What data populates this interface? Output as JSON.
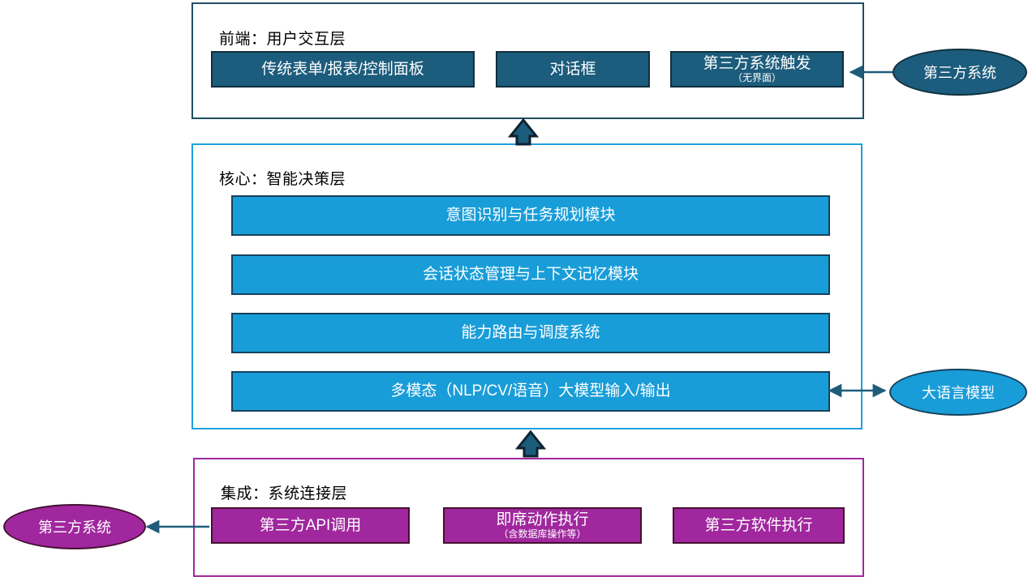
{
  "diagram": {
    "title_visible": false,
    "colors": {
      "frontend_border": "#1F4E63",
      "frontend_fill": "#1C5C7C",
      "core_border": "#1CA0DD",
      "core_fill": "#199DD8",
      "integration_border": "#A0279E",
      "integration_fill": "#A0279E",
      "box_outline_dark": "#16415C",
      "arrow_stroke": "#1F5C7A",
      "background": "#FFFFFF"
    }
  },
  "frontend_layer": {
    "title": "前端：用户交互层",
    "boxes": [
      {
        "label": "传统表单/报表/控制面板",
        "sub": ""
      },
      {
        "label": "对话框",
        "sub": ""
      },
      {
        "label": "第三方系统触发",
        "sub": "（无界面）"
      }
    ]
  },
  "core_layer": {
    "title": "核心：智能决策层",
    "boxes": [
      {
        "label": "意图识别与任务规划模块"
      },
      {
        "label": "会话状态管理与上下文记忆模块"
      },
      {
        "label": "能力路由与调度系统"
      },
      {
        "label": "多模态（NLP/CV/语音）大模型输入/输出"
      }
    ]
  },
  "integration_layer": {
    "title": "集成：系统连接层",
    "boxes": [
      {
        "label": "第三方API调用",
        "sub": ""
      },
      {
        "label": "即席动作执行",
        "sub": "（含数据库操作等）"
      },
      {
        "label": "第三方软件执行",
        "sub": ""
      }
    ]
  },
  "external_nodes": {
    "third_party_system_top": {
      "label": "第三方系统"
    },
    "large_language_model": {
      "label": "大语言模型"
    },
    "third_party_system_bottom": {
      "label": "第三方系统"
    }
  },
  "connectors": [
    {
      "name": "integration-to-core",
      "direction": "up"
    },
    {
      "name": "core-to-frontend",
      "direction": "up"
    },
    {
      "name": "third-party-to-trigger",
      "direction": "left"
    },
    {
      "name": "llm-to-multimodal",
      "direction": "both"
    },
    {
      "name": "api-to-third-party",
      "direction": "left"
    }
  ]
}
